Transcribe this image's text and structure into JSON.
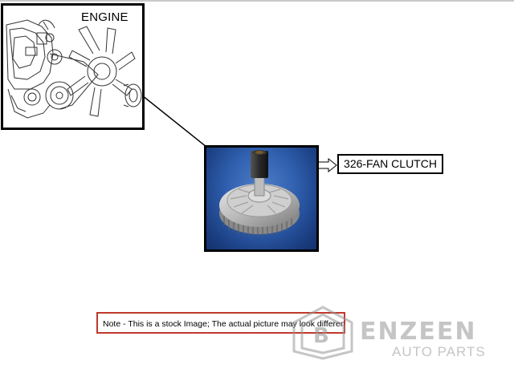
{
  "diagram": {
    "engine_label": "ENGINE",
    "part_label": "326-FAN CLUTCH",
    "note": "Note - This is a stock Image; The actual picture may look different",
    "watermark": {
      "name": "ENZEEN",
      "subtitle": "AUTO PARTS"
    }
  },
  "colors": {
    "photo_background": "#2f5fae",
    "note_border": "#c0392b",
    "watermark": "#969696"
  },
  "icons": {
    "logo": "benzeen-b-logo-icon"
  }
}
